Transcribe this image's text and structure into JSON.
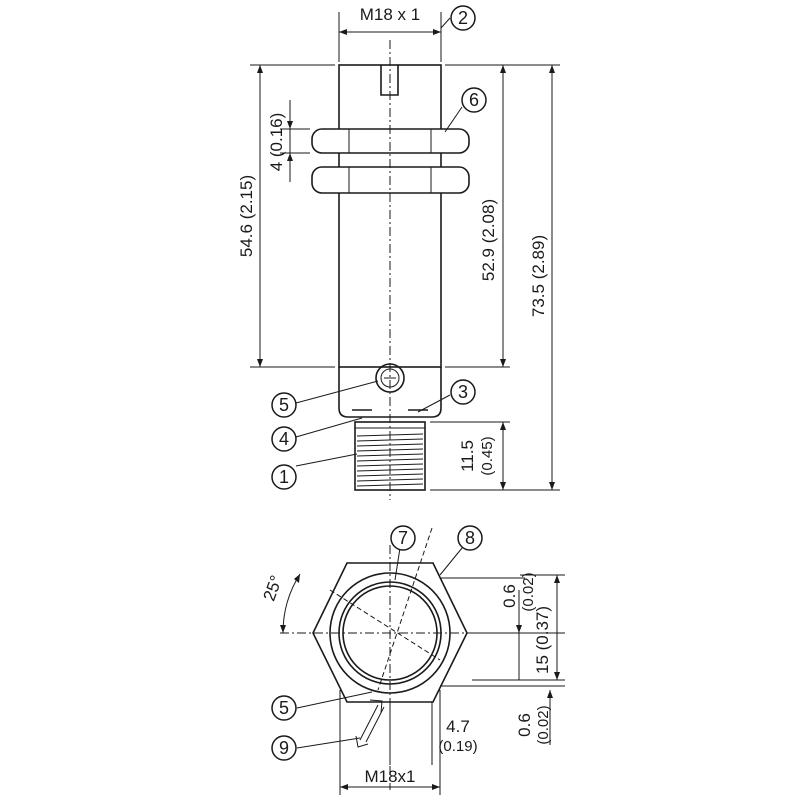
{
  "side_view": {
    "thread_label_top": "M18 x 1",
    "dim_total": "73.5 (2.89)",
    "dim_housing": "52.9 (2.08)",
    "dim_to_thread": "54.6 (2.15)",
    "dim_nut": "4 (0.16)",
    "dim_connector": "11.5",
    "dim_connector_inch": "(0.45)"
  },
  "front_view": {
    "angle_label": "25°",
    "dim_offset_top": "0.6",
    "dim_offset_top_inch": "(0.02)",
    "dim_span": "15 (0.37)",
    "dim_offset_bottom": "0.6",
    "dim_offset_bottom_inch": "(0.02)",
    "dim_width": "4.7",
    "dim_width_inch": "(0.19)",
    "thread_label_bottom": "M18x1"
  },
  "callouts": [
    "1",
    "2",
    "3",
    "4",
    "5",
    "6",
    "7",
    "8",
    "5",
    "9"
  ]
}
